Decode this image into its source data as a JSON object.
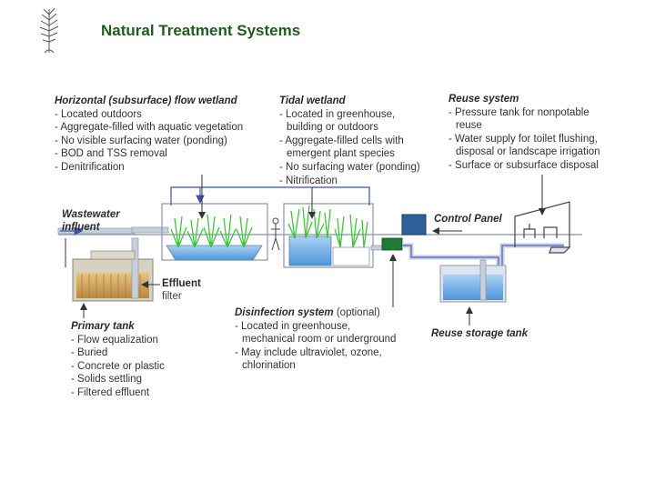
{
  "title": "Natural Treatment Systems",
  "logo_icon": "plant-icon",
  "blocks": {
    "horizontal": {
      "header": "Horizontal (subsurface) flow wetland",
      "items": [
        "- Located outdoors",
        "- Aggregate-filled with aquatic vegetation",
        "- No visible surfacing water (ponding)",
        "- BOD and TSS removal",
        "- Denitrification"
      ]
    },
    "tidal": {
      "header": "Tidal wetland",
      "items": [
        "- Located in greenhouse,",
        "  building or outdoors",
        "- Aggregate-filled cells with",
        "  emergent plant species",
        "- No surfacing water (ponding)",
        "- Nitrification"
      ]
    },
    "reuse": {
      "header": "Reuse system",
      "items": [
        "- Pressure tank for nonpotable",
        "  reuse",
        "- Water supply for toilet flushing,",
        "  disposal or landscape irrigation",
        "- Surface or subsurface disposal"
      ]
    },
    "primary": {
      "header": "Primary tank",
      "items": [
        "- Flow equalization",
        "- Buried",
        "- Concrete or plastic",
        "- Solids settling",
        "- Filtered effluent"
      ]
    },
    "disinfection": {
      "header": "Disinfection system",
      "header_suffix": " (optional)",
      "items": [
        "- Located in greenhouse,",
        "  mechanical room or underground",
        "- May include ultraviolet, ozone,",
        "  chlorination"
      ]
    }
  },
  "labels": {
    "wastewater_1": "Wastewater",
    "wastewater_2": "influent",
    "effluent_1": "Effluent",
    "effluent_2": "filter",
    "control_panel": "Control Panel",
    "reuse_storage": "Reuse storage tank"
  },
  "colors": {
    "title": "#1f5c1f",
    "pipe": "#c7cfdc",
    "arrow_blue": "#3a4fb0",
    "water": "#7fb7ea",
    "sludge": "#c99a4c",
    "plant": "#3fc43f",
    "control_panel": "#2f5f99",
    "disinfection_box": "#1f7a3a"
  }
}
